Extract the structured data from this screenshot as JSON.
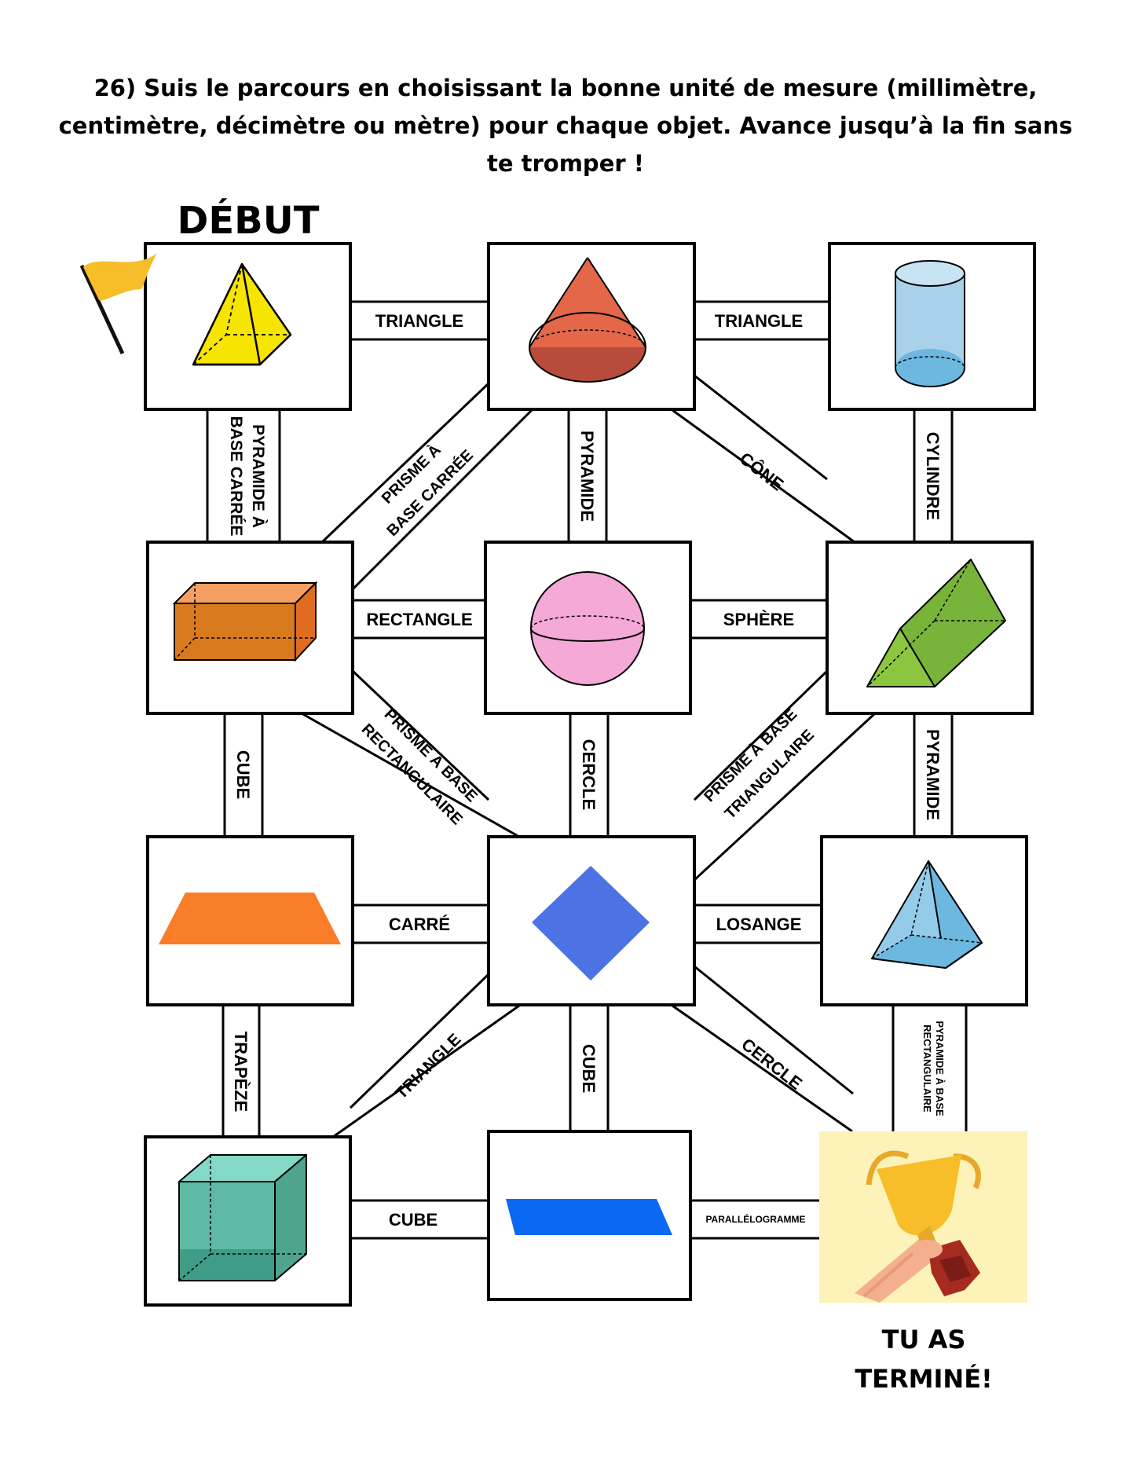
{
  "instructions": "26) Suis le parcours en choisissant la bonne unité de mesure (millimètre, centimètre, décimètre ou mètre) pour chaque objet. Avance jusqu’à la fin sans te tromper !",
  "start_label": "DÉBUT",
  "end_label_line1": "TU AS",
  "end_label_line2": "TERMINÉ!",
  "cards": [
    {
      "id": "c11",
      "shape": "square-pyramid",
      "color": "#f5e500"
    },
    {
      "id": "c12",
      "shape": "cone",
      "color": "#e4674a"
    },
    {
      "id": "c13",
      "shape": "cylinder",
      "color": "#a9d1ea"
    },
    {
      "id": "c21",
      "shape": "rectangular-prism",
      "color": "#d97a1f"
    },
    {
      "id": "c22",
      "shape": "sphere",
      "color": "#f4a9d6"
    },
    {
      "id": "c23",
      "shape": "triangular-prism",
      "color": "#8cc63f"
    },
    {
      "id": "c31",
      "shape": "trapezoid",
      "color": "#fa7d2a"
    },
    {
      "id": "c32",
      "shape": "rhombus",
      "color": "#4d72e3"
    },
    {
      "id": "c33",
      "shape": "rectangular-pyramid",
      "color": "#94cbe9"
    },
    {
      "id": "c41",
      "shape": "cube",
      "color": "#5ebaa4"
    },
    {
      "id": "c42",
      "shape": "parallelogram",
      "color": "#0a68f2"
    },
    {
      "id": "c43",
      "shape": "trophy",
      "color": "#fdf3b8"
    }
  ],
  "paths": {
    "top_left": "TRIANGLE",
    "top_right": "TRIANGLE",
    "row2_left": "RECTANGLE",
    "row2_right": "SPHÈRE",
    "row3_left": "CARRÉ",
    "row3_right": "LOSANGE",
    "row4_left": "CUBE",
    "row4_right": "PARALLÉLOGRAMME",
    "col1_top_a": "PYRAMIDE À",
    "col1_top_b": "BASE CARRÉE",
    "col2_top": "PYRAMIDE",
    "col3_top": "CYLINDRE",
    "col1_mid": "CUBE",
    "col2_mid": "CERCLE",
    "col3_mid": "PYRAMIDE",
    "col1_bot": "TRAPÈZE",
    "col2_bot": "CUBE",
    "col3_bot_a": "PYRAMIDE À BASE",
    "col3_bot_b": "RECTANGULAIRE",
    "diag_top_left_a": "PRISME À",
    "diag_top_left_b": "BASE CARRÉE",
    "diag_top_right": "CÔNE",
    "diag_mid_left_a": "PRISME À BASE",
    "diag_mid_left_b": "RECTANGULAIRE",
    "diag_mid_right_a": "PRISME À BASE",
    "diag_mid_right_b": "TRIANGULAIRE",
    "diag_bot_left": "TRIANGLE",
    "diag_bot_right": "CERCLE"
  }
}
